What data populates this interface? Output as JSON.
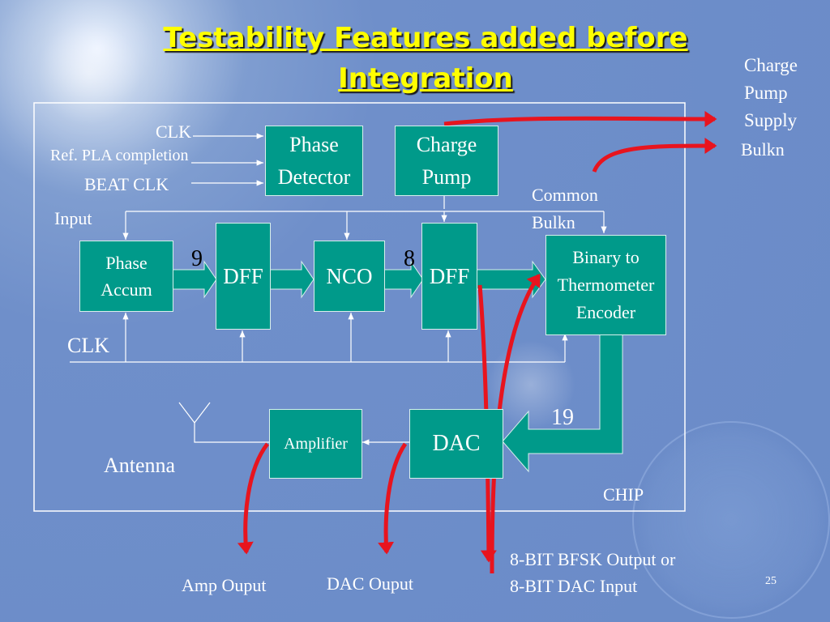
{
  "title": {
    "line1": "Testability Features added before",
    "line2": "Integration"
  },
  "left_labels": {
    "clk_top": "CLK",
    "ref_pla": "Ref. PLA completion",
    "beat_clk": "BEAT CLK",
    "input": "Input",
    "clk_left": "CLK",
    "antenna": "Antenna"
  },
  "blocks": {
    "phase_detector": "Phase\nDetector",
    "charge_pump": "Charge\nPump",
    "phase_accum": "Phase\nAccum",
    "dff1": "DFF",
    "nco": "NCO",
    "dff2": "DFF",
    "binary_to_thermometer": "Binary to\nThermometer\nEncoder",
    "amplifier": "Amplifier",
    "dac": "DAC"
  },
  "bus_widths": {
    "phase_bus": "9",
    "nco_bus": "8",
    "thermo_bus": "19"
  },
  "right_labels": {
    "charge_pump_supply": "Charge\nPump\nSupply",
    "bulkn": "Bulkn",
    "common_bulkn": "Common\nBulkn",
    "chip": "CHIP"
  },
  "bottom_labels": {
    "amp_output": "Amp Ouput",
    "dac_output": "DAC Ouput",
    "bfsk_line1": "8-BIT BFSK Output or",
    "bfsk_line2": "8-BIT DAC Input"
  },
  "page_number": "25",
  "colors": {
    "block_fill": "#009a8a",
    "title": "#ffff00",
    "test_arrow": "#e8141e",
    "background": "#6a8bc8"
  }
}
